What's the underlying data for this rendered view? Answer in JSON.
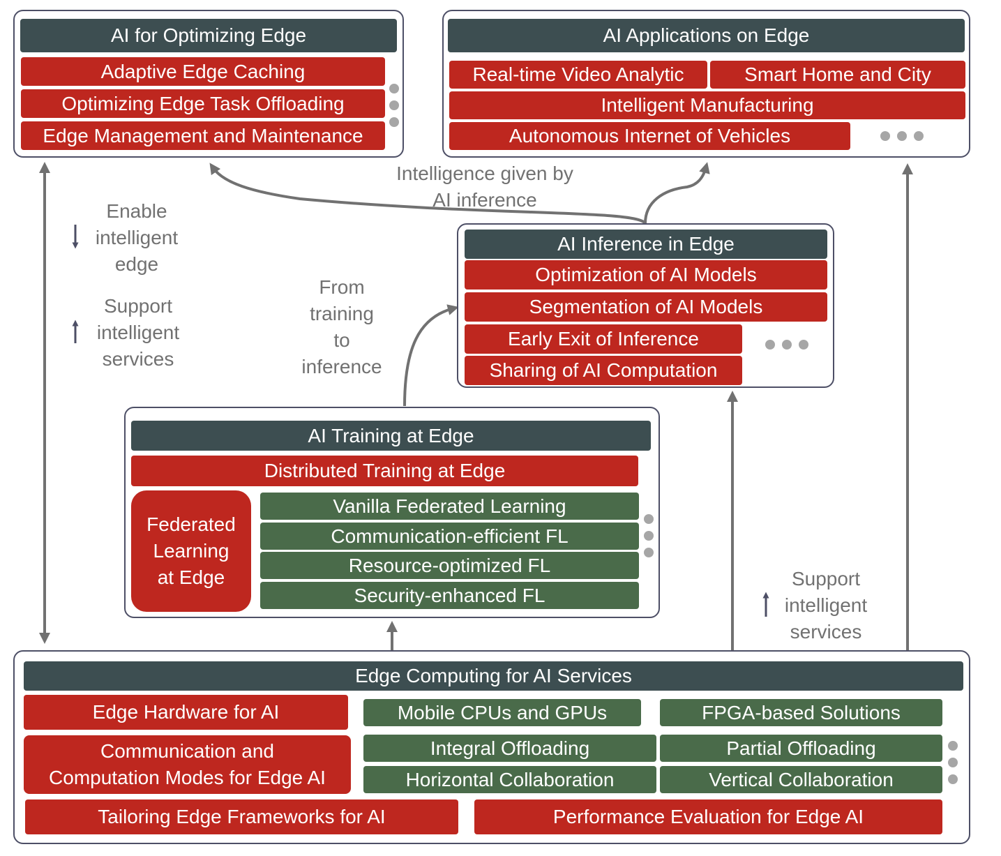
{
  "top_left": {
    "title": "AI for Optimizing Edge",
    "items": [
      "Adaptive Edge Caching",
      "Optimizing Edge Task Offloading",
      "Edge Management and Maintenance"
    ]
  },
  "top_right": {
    "title": "AI Applications on Edge",
    "items": [
      "Real-time Video Analytic",
      "Smart Home and City",
      "Intelligent Manufacturing",
      "Autonomous Internet of Vehicles"
    ]
  },
  "inference": {
    "title": "AI Inference in Edge",
    "items": [
      "Optimization of AI Models",
      "Segmentation of AI Models",
      "Early Exit of Inference",
      "Sharing of AI Computation"
    ]
  },
  "training": {
    "title": "AI Training at Edge",
    "distributed": "Distributed Training at Edge",
    "fl_label": [
      "Federated",
      "Learning",
      "at Edge"
    ],
    "fl_items": [
      "Vanilla Federated Learning",
      "Communication-efficient FL",
      "Resource-optimized FL",
      "Security-enhanced FL"
    ]
  },
  "bottom": {
    "title": "Edge Computing for AI Services",
    "hardware": "Edge Hardware for AI",
    "hardware_items": [
      "Mobile CPUs and GPUs",
      "FPGA-based Solutions"
    ],
    "modes": [
      "Communication and",
      "Computation Modes for Edge AI"
    ],
    "mode_items": [
      "Integral Offloading",
      "Partial Offloading",
      "Horizontal Collaboration",
      "Vertical Collaboration"
    ],
    "frameworks": "Tailoring Edge Frameworks for AI",
    "evaluation": "Performance Evaluation for Edge AI"
  },
  "annotations": {
    "intelligence": [
      "Intelligence given by",
      "AI inference"
    ],
    "enable": [
      "Enable",
      "intelligent",
      "edge"
    ],
    "support_left": [
      "Support",
      "intelligent",
      "services"
    ],
    "from_training": [
      "From",
      "training",
      "to",
      "inference"
    ],
    "support_right": [
      "Support",
      "intelligent",
      "services"
    ]
  },
  "colors": {
    "header": "#3d4e51",
    "red": "#be271f",
    "green": "#4a6b4a",
    "arrow": "#717171",
    "border": "#4d4f66"
  }
}
